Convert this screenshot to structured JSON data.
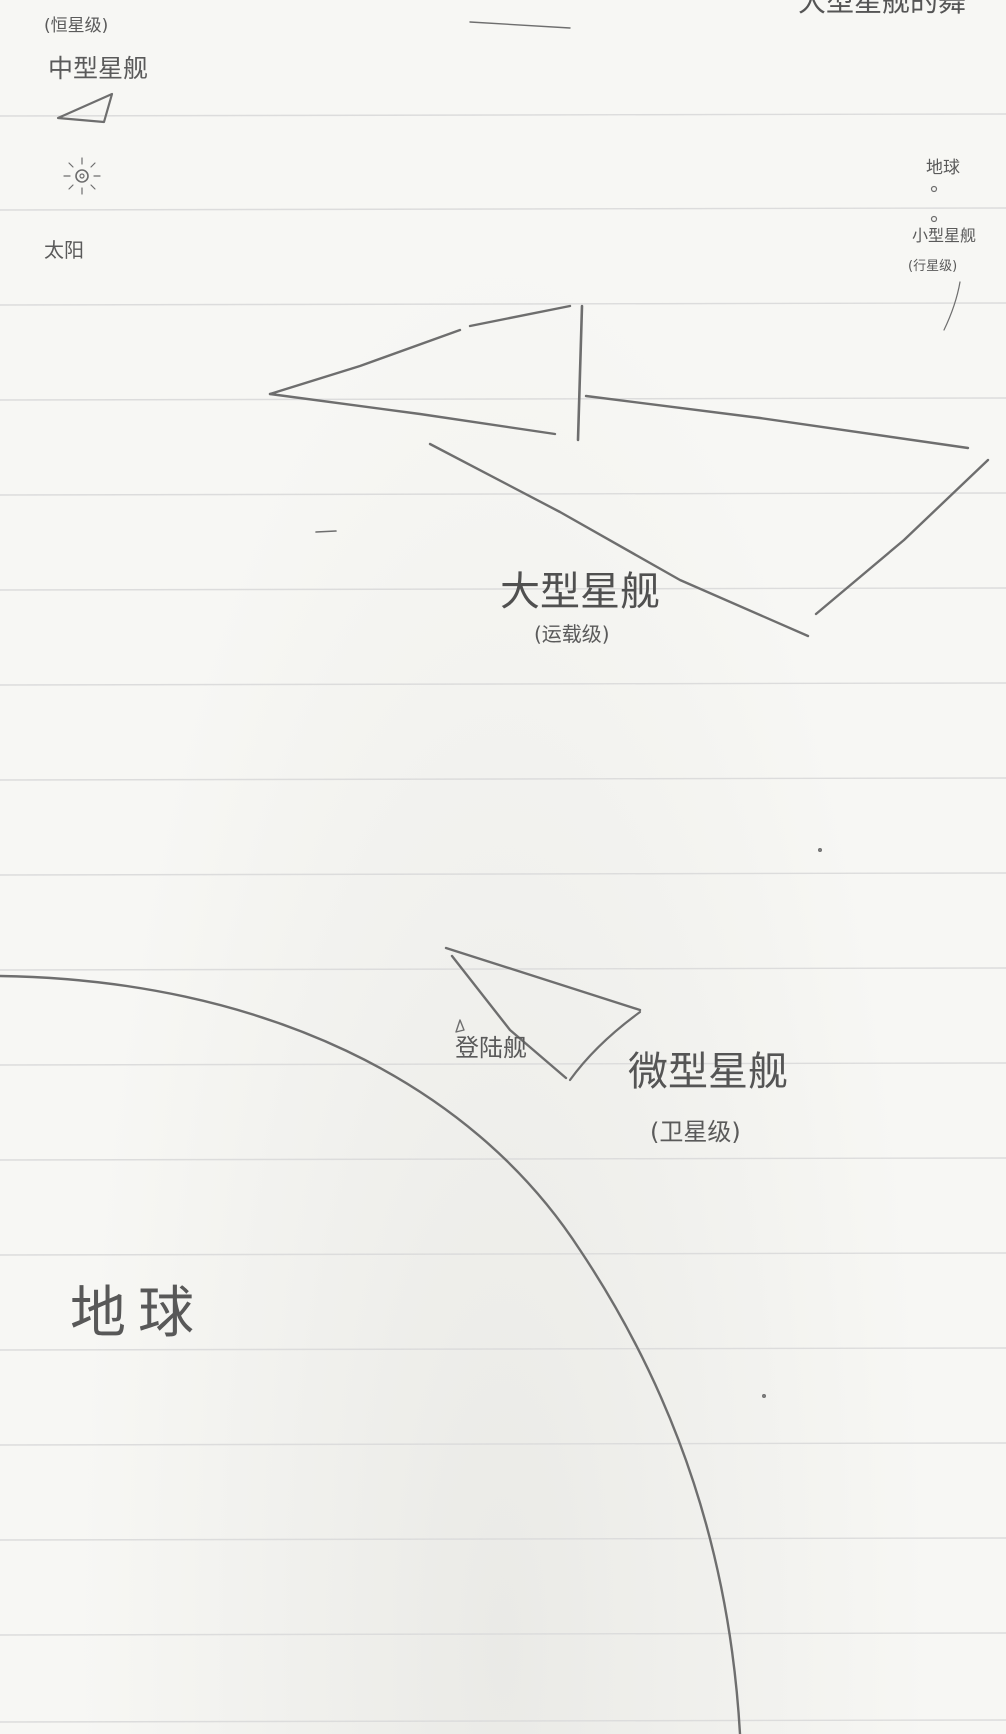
{
  "labels": {
    "large_ship_top_cut": "大型星舰的舞",
    "medium_ship_class": "(恒星级)",
    "medium_ship": "中型星舰",
    "sun": "太阳",
    "earth_small": "地球",
    "small_ship": "小型星舰",
    "small_ship_class": "(行星级)",
    "large_ship": "大型星舰",
    "large_ship_class": "(运载级)",
    "lander": "登陆舰",
    "micro_ship": "微型星舰",
    "micro_ship_class": "(卫星级)",
    "earth": "地球"
  },
  "colors": {
    "pencil": "#6e6e6e",
    "paper": "#f7f7f4",
    "rule_lines": "#dcdcdc"
  }
}
